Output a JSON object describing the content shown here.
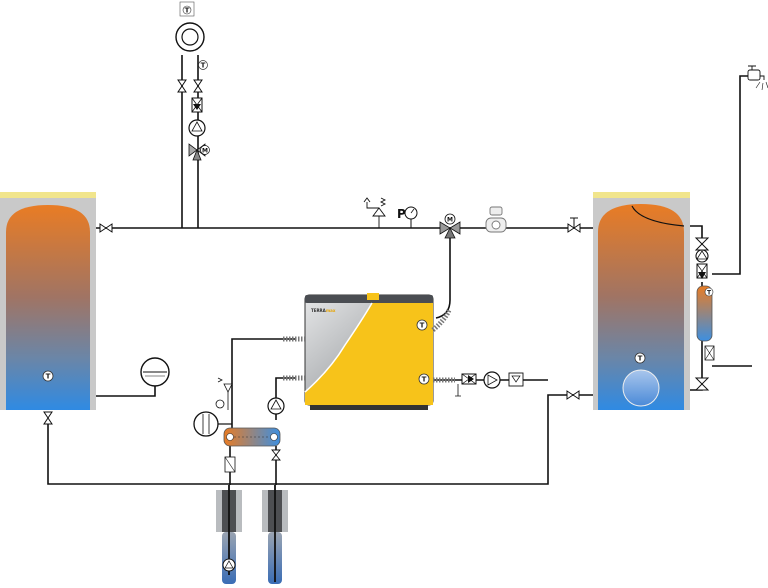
{
  "labels": {
    "temp_sensor": "T",
    "motor": "M",
    "pressure": "P",
    "brand": "TERRA",
    "brand_suffix": "max"
  },
  "colors": {
    "hot": "#e27d2e",
    "cold": "#3d8fe0",
    "pipe": "#111111",
    "tank_frame": "#c9c9c9",
    "tank_lid": "#f1e58c",
    "heatpump_accent": "#f7c31a",
    "heatpump_body": "#b9bcbf"
  },
  "icons": {
    "sensor": "temperature-sensor-icon",
    "valve": "shutoff-valve-icon",
    "pump": "circulation-pump-icon",
    "mixer": "three-way-mixing-valve-icon",
    "check": "check-valve-icon",
    "faucet": "faucet-icon",
    "gauge": "pressure-gauge-icon"
  }
}
